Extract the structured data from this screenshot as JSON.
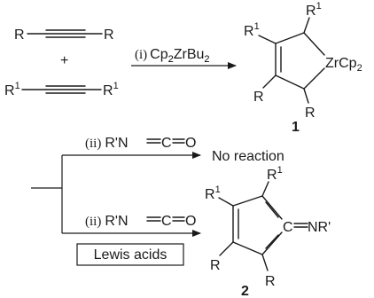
{
  "labels": {
    "R": "R",
    "R1": "R",
    "R1_sup": "1",
    "plus": "+",
    "step1_prefix": "(i)",
    "step1_reagent": "Cp",
    "step1_sub1": "2",
    "step1_mid": "ZrBu",
    "step1_sub2": "2",
    "zr": "ZrCp",
    "zr_sub": "2",
    "compound1": "1",
    "step2_prefix": "(ii)",
    "isocyanate": "R'N",
    "isocyanate_c": "C",
    "isocyanate_o": "O",
    "no_reaction": "No reaction",
    "lewis_acids": "Lewis acids",
    "imine": "C",
    "imine_r": "NR'",
    "compound2": "2"
  }
}
